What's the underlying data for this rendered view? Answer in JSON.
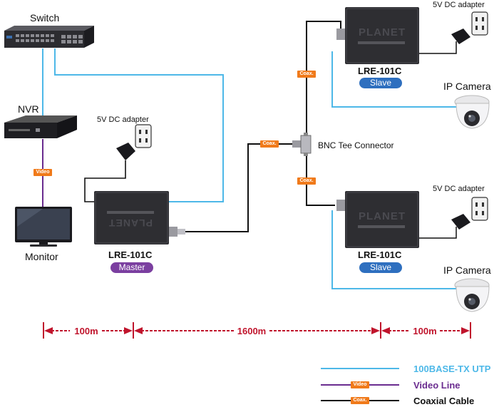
{
  "devices": {
    "switch_label": "Switch",
    "nvr_label": "NVR",
    "monitor_label": "Monitor",
    "adapter_label": "5V DC adapter",
    "master_model": "LRE-101C",
    "master_role": "Master",
    "slave_model": "LRE-101C",
    "slave_role": "Slave",
    "brand": "PLANET",
    "camera_label": "IP Camera",
    "tee_label": "BNC Tee Connector"
  },
  "tags": {
    "video": "Video",
    "coax": "Coax."
  },
  "distances": [
    "100m",
    "1600m",
    "100m"
  ],
  "legend": {
    "utp": "100BASE-TX UTP",
    "video": "Video Line",
    "coax": "Coaxial Cable"
  },
  "colors": {
    "utp": "#4db8e8",
    "video": "#6a2c8f",
    "coax": "#111111",
    "tag": "#f07a1a",
    "dimension": "#c0142c",
    "master_pill": "#7b3fa0",
    "slave_pill": "#2e6fbf"
  }
}
